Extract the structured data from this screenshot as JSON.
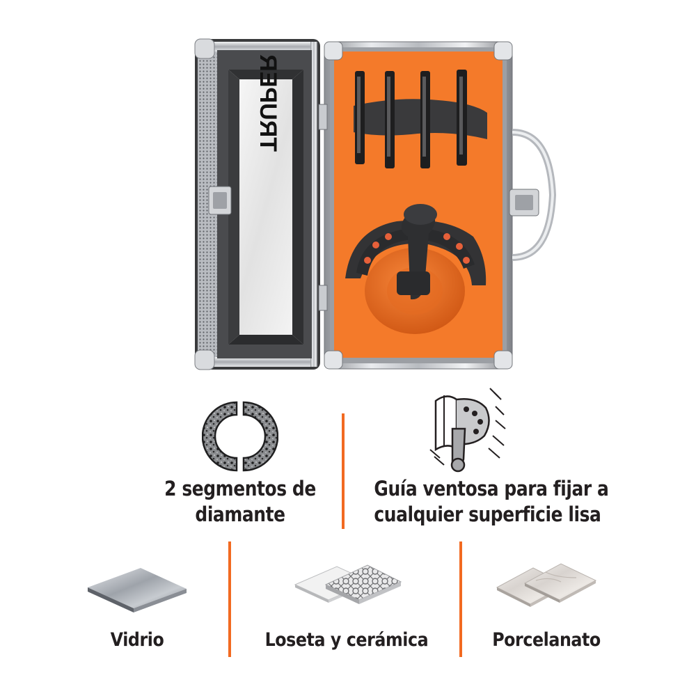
{
  "brand": {
    "logo_text": "TRUPER"
  },
  "colors": {
    "accent": "#f26a21",
    "foam": "#f47a2a",
    "text": "#231f20",
    "metal": "#c9ccd0"
  },
  "features": [
    {
      "line1": "2 segmentos de",
      "line2": "diamante",
      "icon": "diamond-segments-icon"
    },
    {
      "line1": "Guía ventosa para fijar a",
      "line2": "cualquier superficie lisa",
      "icon": "suction-guide-icon"
    }
  ],
  "materials": [
    {
      "label": "Vidrio",
      "icon": "glass-sheet-icon"
    },
    {
      "label": "Loseta y cerámica",
      "icon": "ceramic-tile-icon"
    },
    {
      "label": "Porcelanato",
      "icon": "porcelain-tile-icon"
    }
  ]
}
